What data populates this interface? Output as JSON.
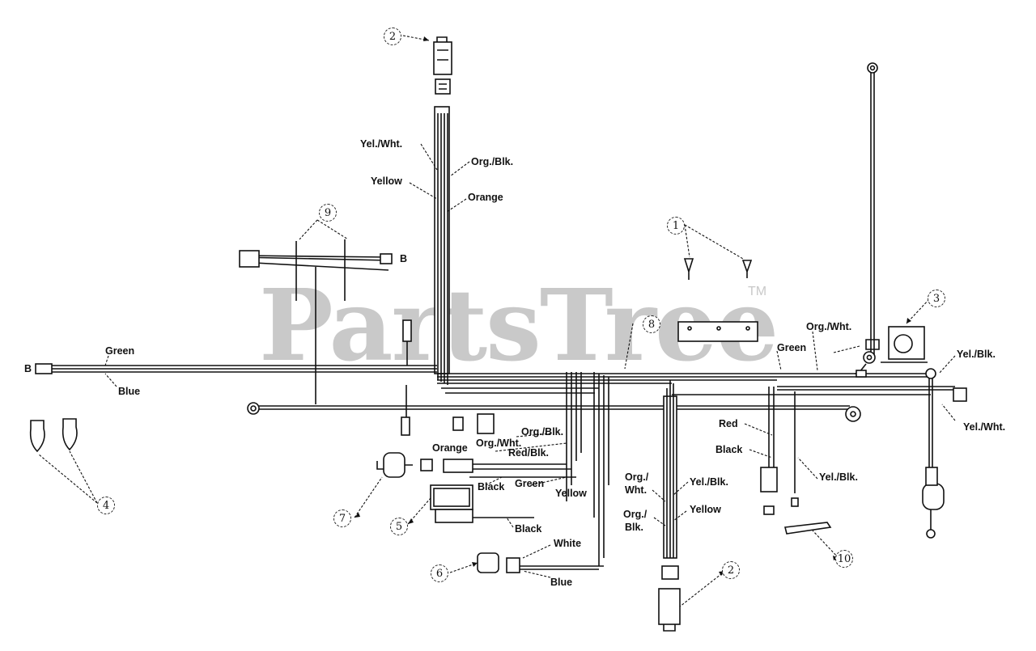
{
  "watermark": {
    "text": "PartsTree",
    "tm": "TM"
  },
  "callouts": {
    "c1": "1",
    "c2a": "2",
    "c2b": "2",
    "c3": "3",
    "c4": "4",
    "c5": "5",
    "c6": "6",
    "c7": "7",
    "c8": "8",
    "c9": "9",
    "c10": "10"
  },
  "wire_labels": {
    "yel_wht_top": "Yel./Wht.",
    "org_blk_top": "Org./Blk.",
    "yellow_top": "Yellow",
    "orange_top": "Orange",
    "green_left": "Green",
    "blue_left": "Blue",
    "green_right": "Green",
    "org_wht_right": "Org./Wht.",
    "yel_blk_right": "Yel./Blk.",
    "yel_wht_right": "Yel./Wht.",
    "red_mid": "Red",
    "black_mid": "Black",
    "yel_blk_mid": "Yel./Blk.",
    "org_blk_center": "Org./Blk.",
    "org_wht_center": "Org./Wht.",
    "orange_center": "Orange",
    "red_blk_center": "Red/Blk.",
    "black_center": "Black",
    "green_center": "Green",
    "yellow_center": "Yellow",
    "black_low": "Black",
    "org_line1": "Org./",
    "wht_line2": "Wht.",
    "org2_line1": "Org./",
    "blk_line2": "Blk.",
    "yel_blk_low": "Yel./Blk.",
    "yellow_low": "Yellow",
    "white_low": "White",
    "blue_low": "Blue",
    "b_left": "B",
    "b_harness": "B"
  }
}
